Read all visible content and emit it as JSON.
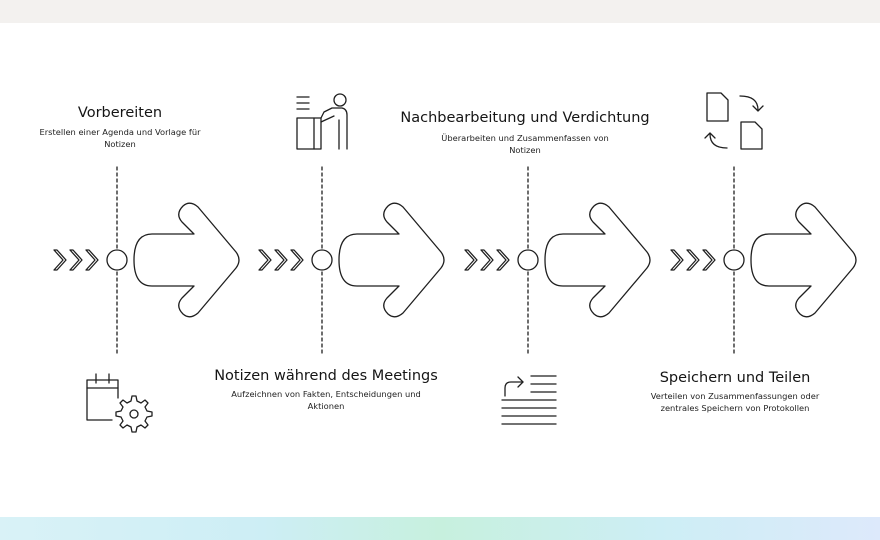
{
  "steps": [
    {
      "title": "Vorbereiten",
      "description": "Erstellen einer Agenda und Vorlage für Notizen",
      "icon": "calendar-gear-icon"
    },
    {
      "title": "Notizen während des Meetings",
      "description": "Aufzeichnen von Fakten, Entscheidungen und Aktionen",
      "icon": "person-at-desk-icon"
    },
    {
      "title": "Nachbearbeitung und Verdichtung",
      "description": "Überarbeiten und Zusammenfassen von Notizen",
      "icon": "text-revision-icon"
    },
    {
      "title": "Speichern und Teilen",
      "description": "Verteilen von Zusammenfassungen oder zentrales Speichern von Protokollen",
      "icon": "file-exchange-icon"
    }
  ],
  "colors": {
    "stroke": "#1f1f1f",
    "top_band": "#f3f1ef",
    "bottom_band": "#cdeef5"
  }
}
